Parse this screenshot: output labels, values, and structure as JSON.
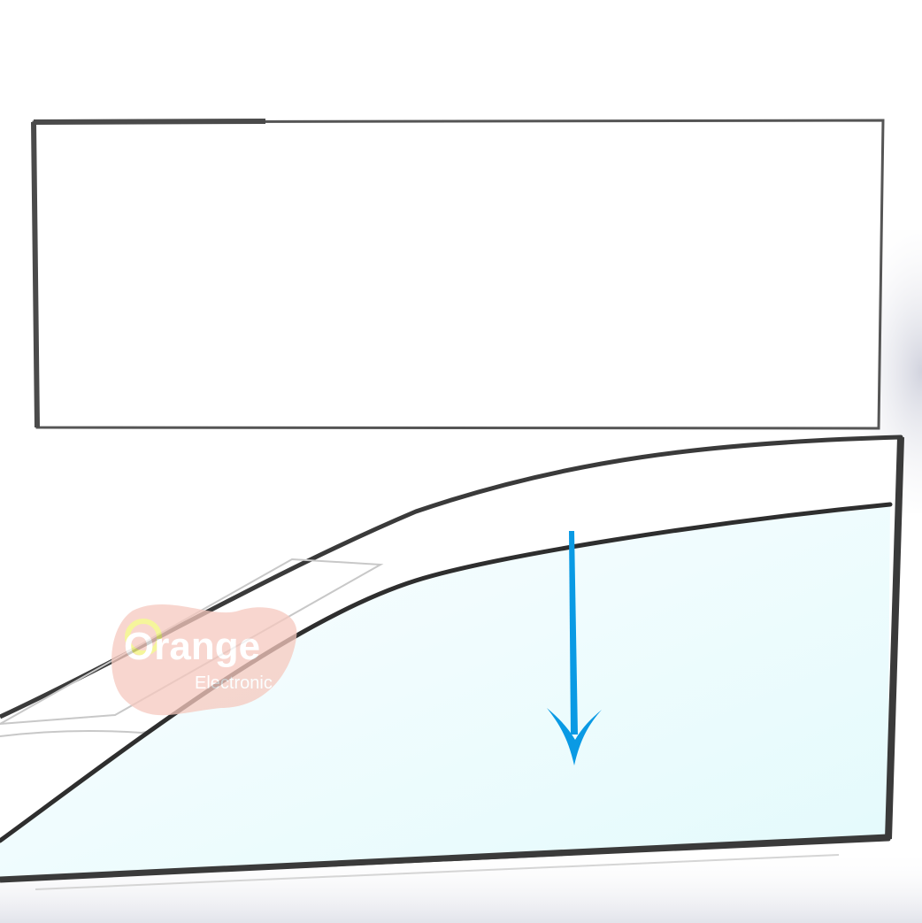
{
  "logo": {
    "brand": "Orange",
    "sub": "Electronic"
  },
  "colors": {
    "frame_stroke": "#3a3a3a",
    "window_top": "#ffffff",
    "glass_fill_light": "#f7fdfe",
    "glass_fill": "#e6fbfc",
    "arrow": "#0a9ae4",
    "logo_bg": "#f7cfc5",
    "logo_text": "#ffffff",
    "logo_o": "#f4f38a",
    "shadow": "#c9cbd6"
  },
  "arrow": {
    "icon": "arrow-down-icon",
    "direction": "down"
  }
}
